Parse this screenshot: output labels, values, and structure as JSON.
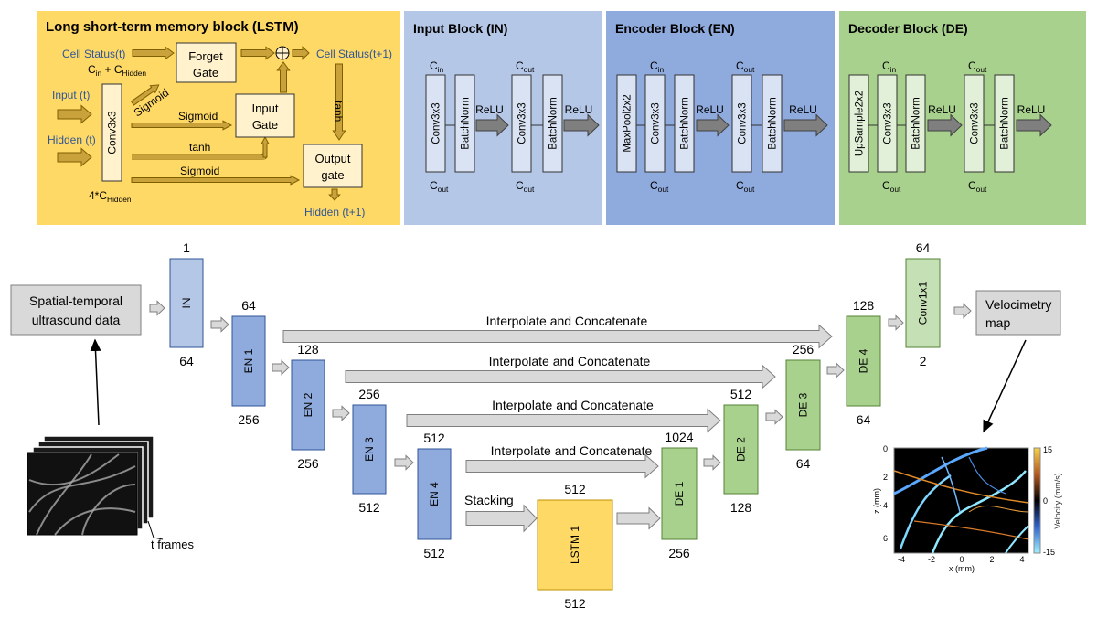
{
  "colors": {
    "lstm_panel": "#FFD966",
    "input_panel": "#B4C7E7",
    "encoder_panel": "#8FAADC",
    "decoder_panel": "#A9D18E",
    "label_blue": "#2F5597",
    "skip_arrow": "#D9D9D9"
  },
  "lstm_block": {
    "title": "Long short-term memory block (LSTM)",
    "cell_status_t": "Cell Status(t)",
    "cell_status_t1": "Cell Status(t+1)",
    "input_t": "Input (t)",
    "hidden_t": "Hidden (t)",
    "hidden_t1": "Hidden (t+1)",
    "in_channels": {
      "c1": "C",
      "s1": "in",
      "plus": " + C",
      "s2": "Hidden"
    },
    "out_channels": {
      "c": "4*C",
      "s": "Hidden"
    },
    "conv": "Conv3x3",
    "forget_gate": [
      "Forget",
      "Gate"
    ],
    "input_gate": [
      "Input",
      "Gate"
    ],
    "output_gate": [
      "Output",
      "gate"
    ],
    "sigmoid_forget": "Sigmoid",
    "sigmoid_input": "Sigmoid",
    "tanh_input": "tanh",
    "sigmoid_output": "Sigmoid",
    "tanh_cell": "tanh",
    "plus_symbol": "+"
  },
  "input_block": {
    "title": "Input Block (IN)",
    "layers": [
      "Conv3x3",
      "BatchNorm",
      "ReLU",
      "Conv3x3",
      "BatchNorm",
      "ReLU"
    ],
    "channels": [
      {
        "c": "C",
        "s": "in"
      },
      {
        "c": "C",
        "s": "out"
      },
      {
        "c": "C",
        "s": "out"
      },
      {
        "c": "C",
        "s": "out"
      }
    ]
  },
  "encoder_block": {
    "title": "Encoder Block (EN)",
    "layers": [
      "MaxPool2x2",
      "Conv3x3",
      "BatchNorm",
      "ReLU",
      "Conv3x3",
      "BatchNorm",
      "ReLU"
    ],
    "channels": [
      {
        "c": "C",
        "s": "in"
      },
      {
        "c": "C",
        "s": "out"
      },
      {
        "c": "C",
        "s": "out"
      },
      {
        "c": "C",
        "s": "out"
      }
    ]
  },
  "decoder_block": {
    "title": "Decoder Block (DE)",
    "layers": [
      "UpSample2x2",
      "Conv3x3",
      "BatchNorm",
      "ReLU",
      "Conv3x3",
      "BatchNorm",
      "ReLU"
    ],
    "channels": [
      {
        "c": "C",
        "s": "in"
      },
      {
        "c": "C",
        "s": "out"
      },
      {
        "c": "C",
        "s": "out"
      },
      {
        "c": "C",
        "s": "out"
      }
    ]
  },
  "network": {
    "input_data": [
      "Spatial-temporal",
      "ultrasound data"
    ],
    "frames_label": "t frames",
    "output": [
      "Velocimetry",
      "map"
    ],
    "skip_label": "Interpolate and Concatenate",
    "stacking_label": "Stacking",
    "blocks": [
      {
        "label": "IN",
        "top": "1",
        "bottom": "64"
      },
      {
        "label": "EN 1",
        "top": "64",
        "bottom": "256"
      },
      {
        "label": "EN 2",
        "top": "128",
        "bottom": "256"
      },
      {
        "label": "EN 3",
        "top": "256",
        "bottom": "512"
      },
      {
        "label": "EN 4",
        "top": "512",
        "bottom": "512"
      },
      {
        "label": "LSTM 1",
        "top": "512",
        "bottom": "512"
      },
      {
        "label": "DE 1",
        "top": "1024",
        "bottom": "256"
      },
      {
        "label": "DE 2",
        "top": "512",
        "bottom": "128"
      },
      {
        "label": "DE 3",
        "top": "256",
        "bottom": "64"
      },
      {
        "label": "DE 4",
        "top": "128",
        "bottom": "64"
      },
      {
        "label": "Conv1x1",
        "top": "64",
        "bottom": "2"
      }
    ]
  },
  "velocity_map": {
    "x_ticks": [
      "-4",
      "-2",
      "0",
      "2",
      "4"
    ],
    "z_ticks": [
      "0",
      "2",
      "4",
      "6"
    ],
    "xlabel": "x (mm)",
    "ylabel": "z (mm)",
    "colorbar_label": "Velocity (mm/s)",
    "colorbar_ticks": [
      "15",
      "0",
      "-15"
    ],
    "colorbar_range": [
      -15,
      15
    ]
  }
}
